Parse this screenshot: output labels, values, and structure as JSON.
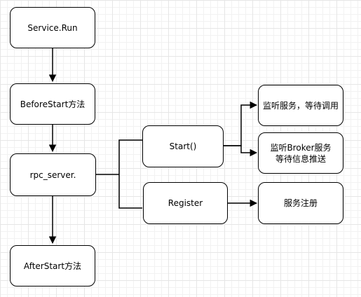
{
  "nodes": {
    "service_run": "Service.Run",
    "before_start": "BeforeStart方法",
    "rpc_server": "rpc_server.",
    "after_start": "AfterStart方法",
    "start": "Start()",
    "register": "Register",
    "listen_service": "监听服务，等待调用",
    "listen_broker": "监听Broker服务等待信息推送",
    "service_register": "服务注册"
  }
}
